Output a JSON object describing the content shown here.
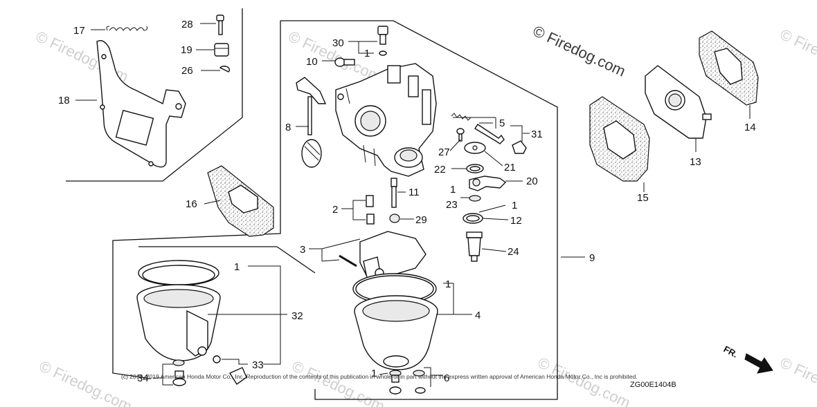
{
  "watermark": {
    "brand_text": "© Firedog.com",
    "repeat_text": "© Firedog.com"
  },
  "copyright": "(c) 2019, 2019 American Honda Motor Co., Inc. Reproduction of the contents of this publication in whole or in part without the express written approval of American Honda Motor Co., Inc is prohibited.",
  "diagram_code": "ZG00E1404B",
  "direction_label": "FR.",
  "callouts": {
    "c1a": "1",
    "c1b": "1",
    "c1c": "1",
    "c1d": "1",
    "c1e": "1",
    "c1f": "1",
    "c2": "2",
    "c3": "3",
    "c4": "4",
    "c5": "5",
    "c6": "6",
    "c8": "8",
    "c9": "9",
    "c10": "10",
    "c11": "11",
    "c12": "12",
    "c13": "13",
    "c14": "14",
    "c15": "15",
    "c16": "16",
    "c17": "17",
    "c18": "18",
    "c19": "19",
    "c20": "20",
    "c21": "21",
    "c22": "22",
    "c23": "23",
    "c24": "24",
    "c26": "26",
    "c27": "27",
    "c28": "28",
    "c29": "29",
    "c30": "30",
    "c31": "31",
    "c32": "32",
    "c33": "33",
    "c34": "34"
  }
}
